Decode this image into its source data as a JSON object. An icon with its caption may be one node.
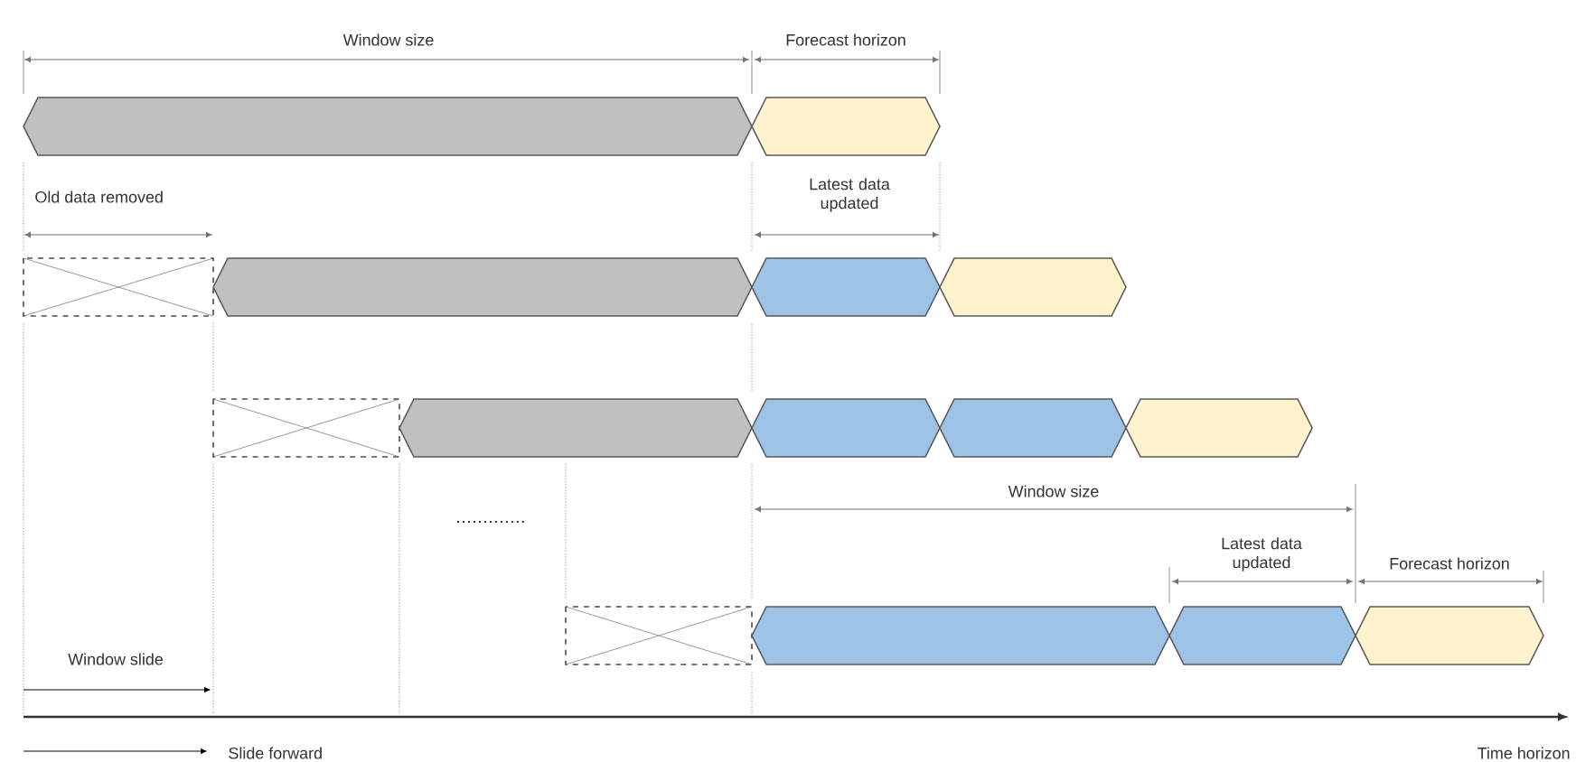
{
  "diagram": {
    "nodes": [
      {
        "text": [],
        "shape": "hexagon"
      },
      {
        "text": [],
        "shape": "hexagon"
      },
      {
        "text": [],
        "shape": "box"
      },
      {
        "text": [],
        "shape": "hexagon"
      },
      {
        "text": [],
        "shape": "hexagon"
      },
      {
        "text": [],
        "shape": "hexagon"
      },
      {
        "text": [],
        "shape": "box"
      },
      {
        "text": [],
        "shape": "hexagon"
      },
      {
        "text": [],
        "shape": "hexagon"
      },
      {
        "text": [],
        "shape": "hexagon"
      },
      {
        "text": [],
        "shape": "hexagon"
      },
      {
        "text": [],
        "shape": "box"
      },
      {
        "text": [],
        "shape": "hexagon"
      },
      {
        "text": [],
        "shape": "hexagon"
      },
      {
        "text": [],
        "shape": "hexagon"
      }
    ],
    "labels": [
      "Window size",
      "Forecast horizon",
      "Old data removed",
      "Latest data updated",
      "Window size",
      "Latest data updated",
      "Forecast horizon",
      "Window slide",
      "Slide forward",
      "Time horizon"
    ]
  }
}
